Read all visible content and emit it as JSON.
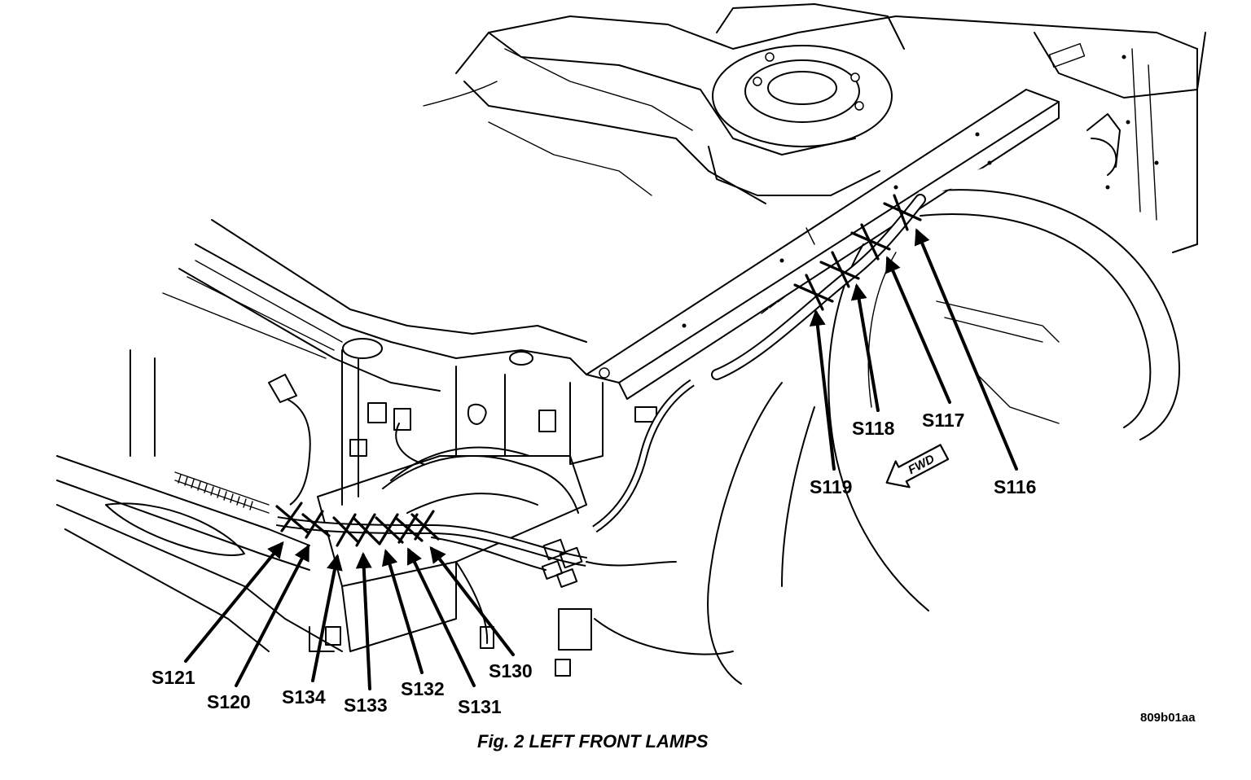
{
  "caption": "Fig. 2 LEFT FRONT LAMPS",
  "figure_code": "809b01aa",
  "direction_label": "FWD",
  "splice_labels": {
    "s116": "S116",
    "s117": "S117",
    "s118": "S118",
    "s119": "S119",
    "s120": "S120",
    "s121": "S121",
    "s130": "S130",
    "s131": "S131",
    "s132": "S132",
    "s133": "S133",
    "s134": "S134"
  }
}
